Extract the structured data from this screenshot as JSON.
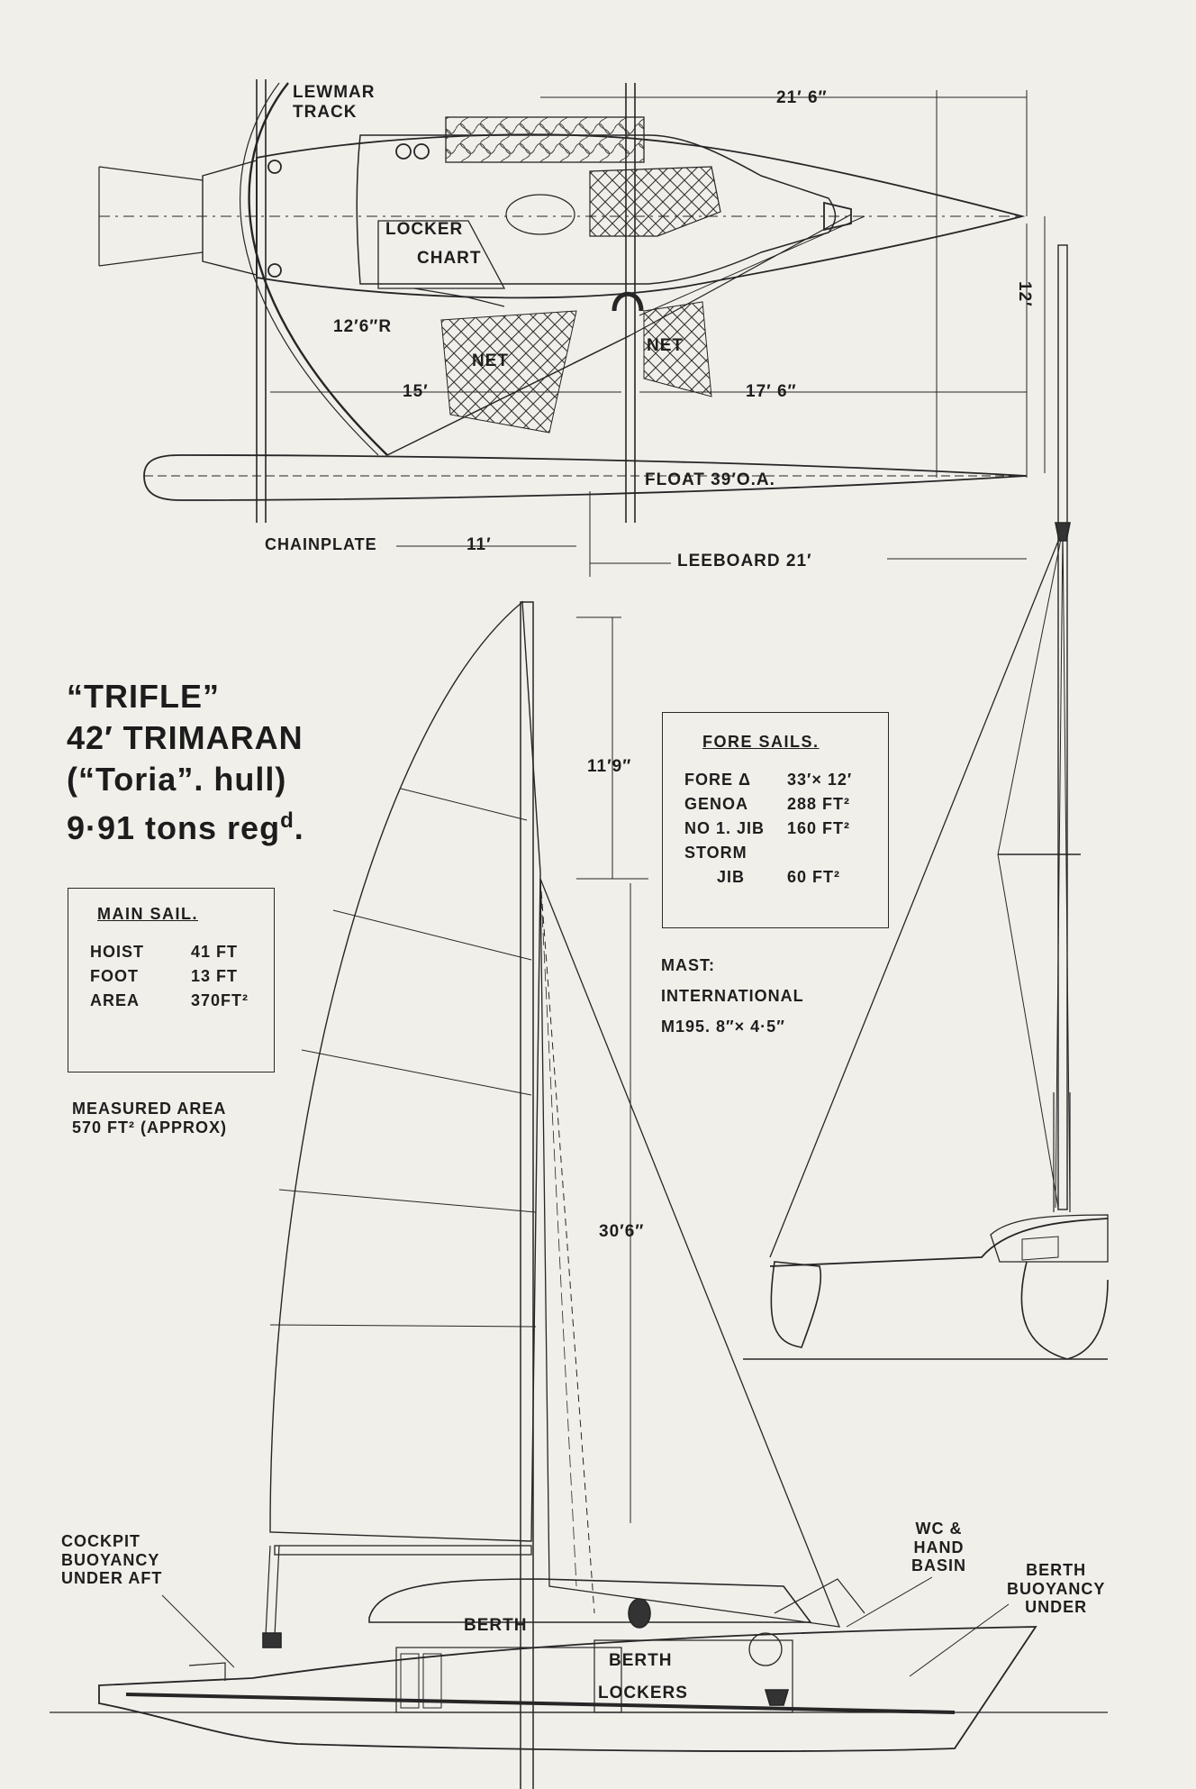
{
  "title": {
    "line1": "“TRIFLE”",
    "line2": "42′ TRIMARAN",
    "line3": "(“Toria”. hull)",
    "line4": "9·91 tons reg",
    "line4_sup": "d",
    "line4_end": "."
  },
  "main_sail": {
    "heading": "MAIN SAIL.",
    "rows": [
      {
        "label": "HOIST",
        "value": "41 FT"
      },
      {
        "label": "FOOT",
        "value": "13 FT"
      },
      {
        "label": "AREA",
        "value": "370FT²"
      }
    ]
  },
  "measured_area": {
    "line1": "MEASURED AREA",
    "line2": "570 FT² (APPROX)"
  },
  "fore_sails": {
    "heading": "FORE SAILS.",
    "rows": [
      {
        "label": "FORE Δ",
        "value": "33′× 12′"
      },
      {
        "label": "GENOA",
        "value": "288 FT²"
      },
      {
        "label": "NO 1. JIB",
        "value": "160 FT²"
      },
      {
        "label": "STORM",
        "value": ""
      },
      {
        "label": "JIB",
        "value": "60 FT²"
      }
    ]
  },
  "mast": {
    "line1": "MAST:",
    "line2": "INTERNATIONAL",
    "line3": "M195. 8″× 4·5″"
  },
  "plan_labels": {
    "lewmar1": "LEWMAR",
    "lewmar2": "TRACK",
    "dim_21_6": "21′ 6″",
    "locker": "LOCKER",
    "chart": "CHART",
    "radius": "12′6″R",
    "net_left": "NET",
    "net_right": "NET",
    "dim_15": "15′",
    "dim_17_6": "17′ 6″",
    "dim_12": "12′",
    "float": "FLOAT 39′O.A.",
    "chainplate": "CHAINPLATE",
    "dim_11": "11′",
    "leeboard": "LEEBOARD 21′"
  },
  "profile_labels": {
    "dim_11_9": "11′9″",
    "dim_30_6": "30′6″",
    "cockpit1": "COCKPIT",
    "cockpit2": "BUOYANCY",
    "cockpit3": "UNDER AFT",
    "wc1": "WC &",
    "wc2": "HAND",
    "wc3": "BASIN",
    "bb1": "BERTH",
    "bb2": "BUOYANCY",
    "bb3": "UNDER",
    "berth_upper": "BERTH",
    "berth_lower": "BERTH",
    "lockers": "LOCKERS"
  }
}
